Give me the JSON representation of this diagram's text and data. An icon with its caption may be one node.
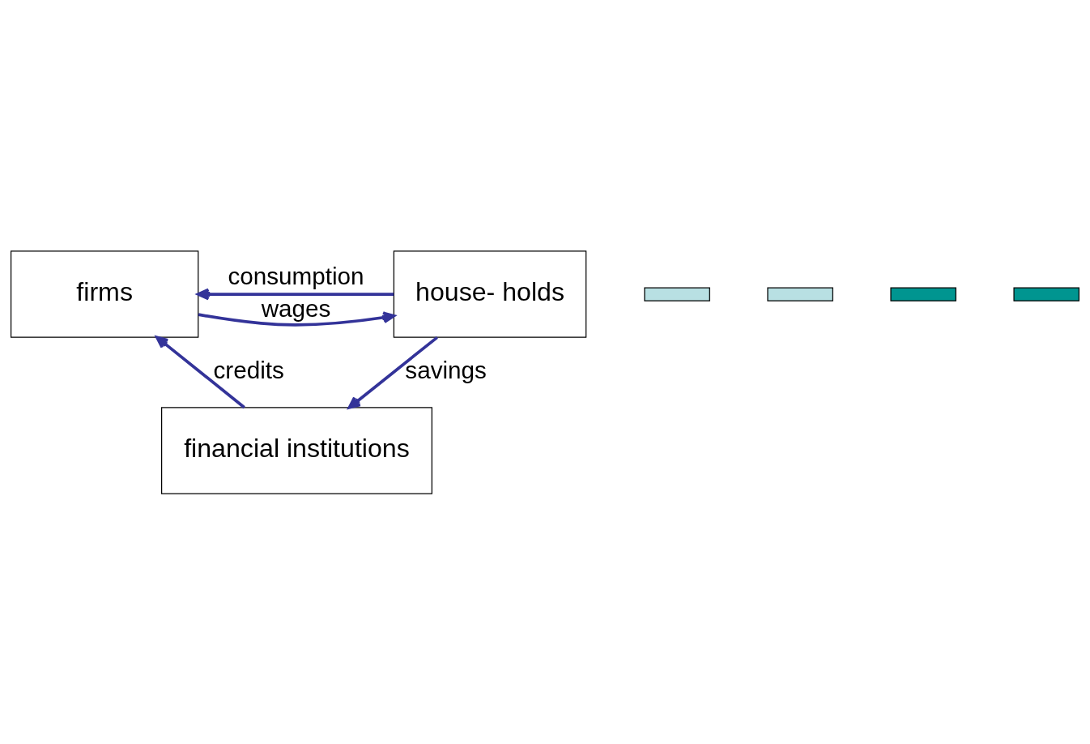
{
  "diagram": {
    "nodes": [
      {
        "text": [
          "firms"
        ]
      },
      {
        "text": [],
        "shape": "bar"
      },
      {
        "text": [
          "house- holds"
        ]
      },
      {
        "text": [],
        "shape": "bar"
      },
      {
        "text": [],
        "shape": "bar"
      },
      {
        "text": [],
        "shape": "bar"
      },
      {
        "text": [
          "financial institutions"
        ]
      }
    ],
    "edges": [
      {
        "from": 0,
        "to": 2,
        "arrow": "to",
        "label": "wages"
      },
      {
        "from": 2,
        "to": 0,
        "arrow": "to",
        "label": "consumption"
      },
      {
        "from": 2,
        "to": 6,
        "arrow": "to",
        "label": "savings"
      },
      {
        "from": 6,
        "to": 0,
        "arrow": "to",
        "label": "credits"
      }
    ]
  }
}
